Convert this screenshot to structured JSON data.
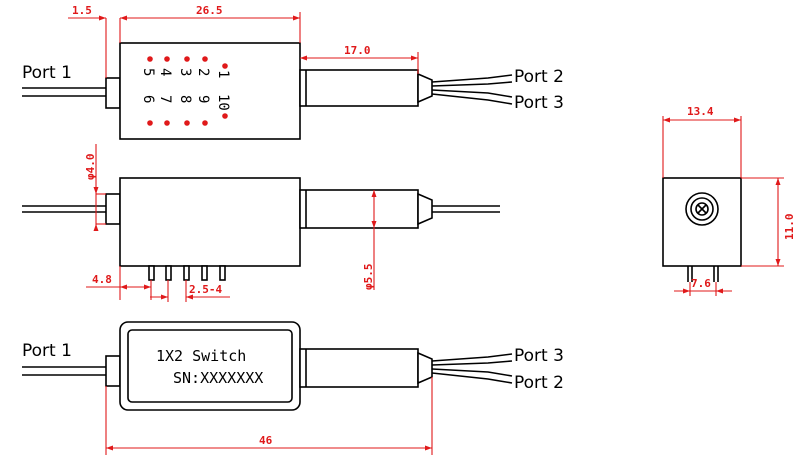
{
  "ports": {
    "top_in": "Port 1",
    "top_out_upper": "Port 2",
    "top_out_lower": "Port 3",
    "bottom_in": "Port 1",
    "bottom_out_upper": "Port 3",
    "bottom_out_lower": "Port 2"
  },
  "pins": {
    "upper_row": [
      "5",
      "4",
      "3",
      "2",
      "1"
    ],
    "lower_row": [
      "6",
      "7",
      "8",
      "9",
      "10"
    ]
  },
  "plate": {
    "name": "1X2 Switch",
    "serial": "SN:XXXXXXX"
  },
  "dimensions": {
    "flange": "1.5",
    "body_length": "26.5",
    "boot_length": "17.0",
    "pin_diameter": "φ4.0",
    "boot_diameter": "φ5.5",
    "pin_offset": "4.8",
    "pin_pitch": "2.5-4",
    "total_length": "46",
    "end_width": "13.4",
    "end_height": "11.0",
    "end_pin_span": "7.6"
  },
  "colors": {
    "dimension": "#e0191a",
    "outline": "#000000"
  }
}
